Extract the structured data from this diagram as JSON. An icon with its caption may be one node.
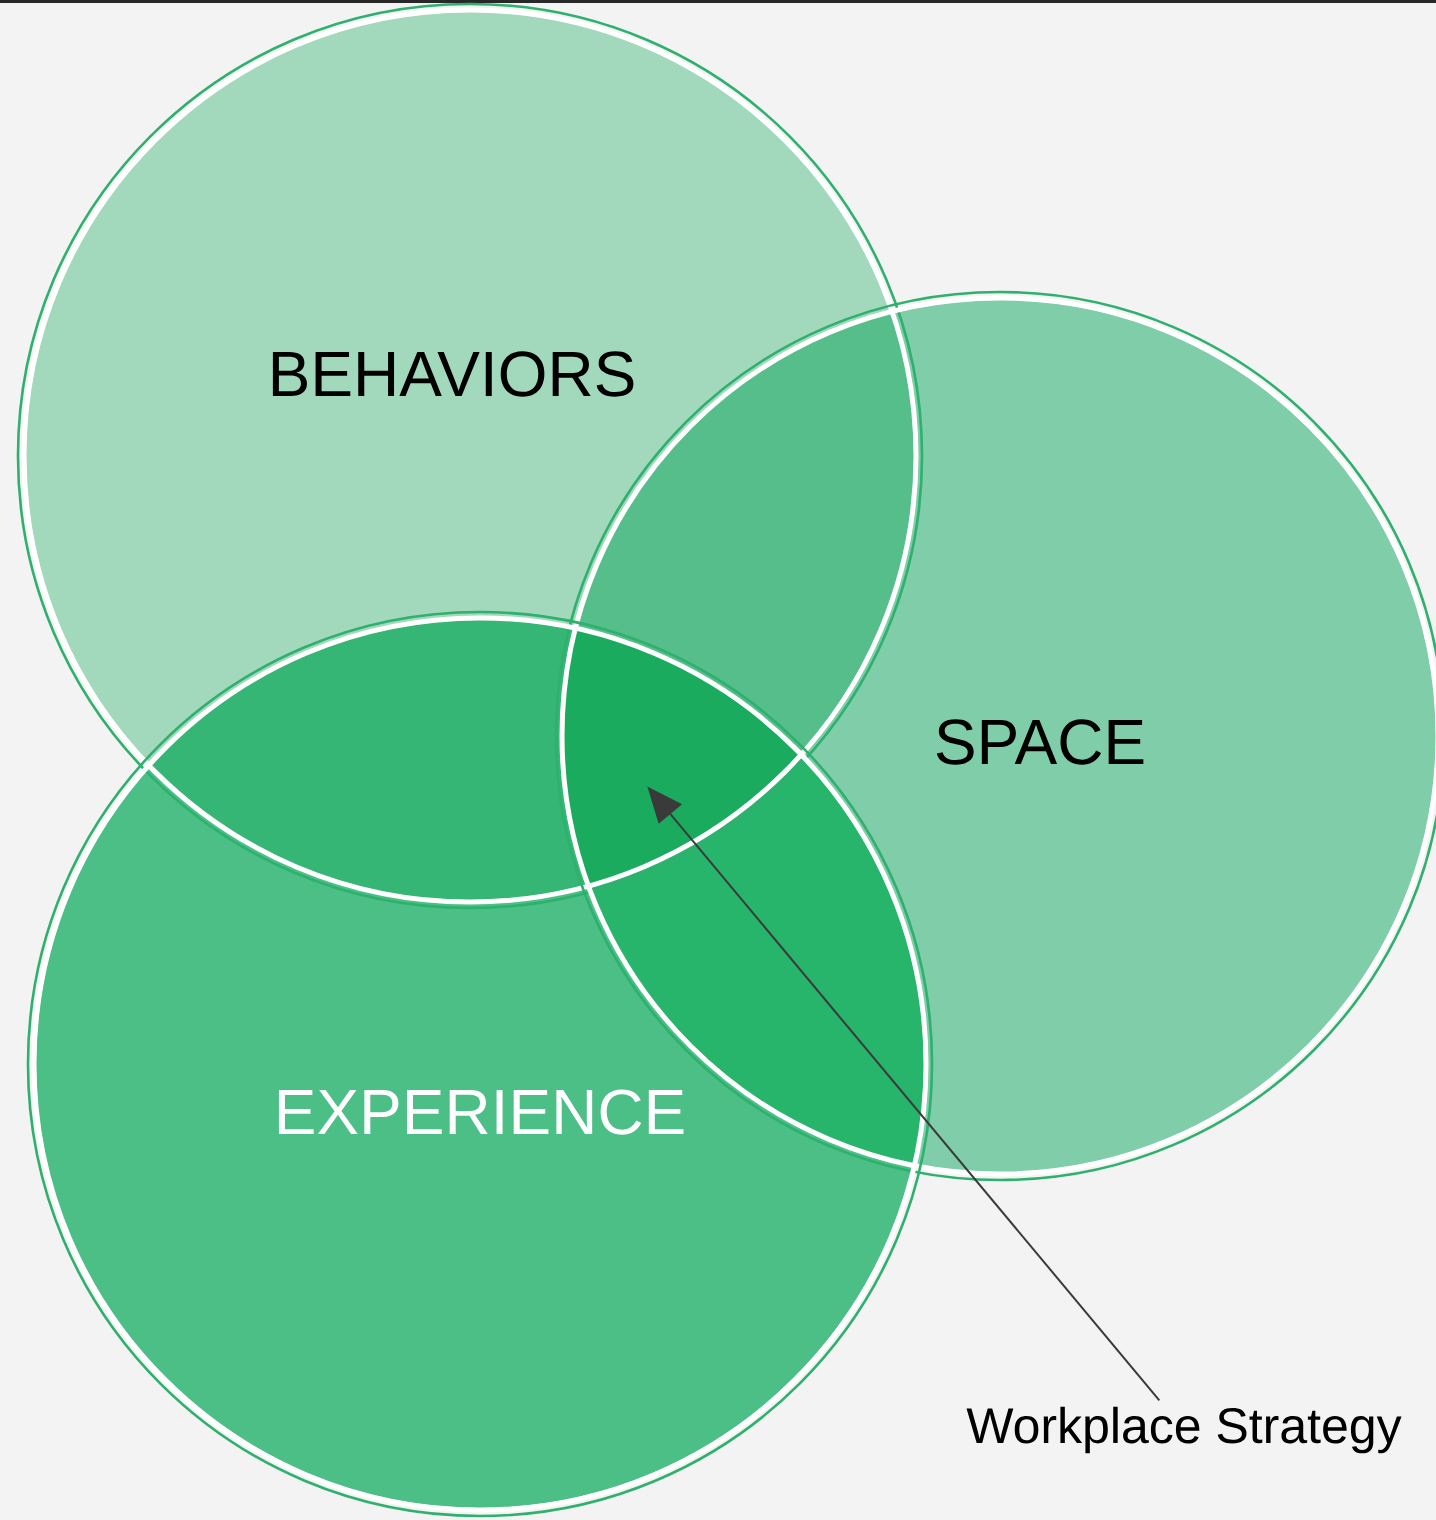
{
  "diagram": {
    "nodes": [
      {
        "text": [
          "BEHAVIORS"
        ]
      },
      {
        "text": [
          "SPACE"
        ]
      },
      {
        "text": [
          "EXPERIENCE"
        ]
      },
      {
        "text": [
          "Workplace Strategy"
        ]
      },
      {
        "text": [],
        "shape": "region"
      }
    ],
    "edges": [
      {
        "from": 3,
        "to": 4,
        "arrow": "to"
      }
    ]
  }
}
